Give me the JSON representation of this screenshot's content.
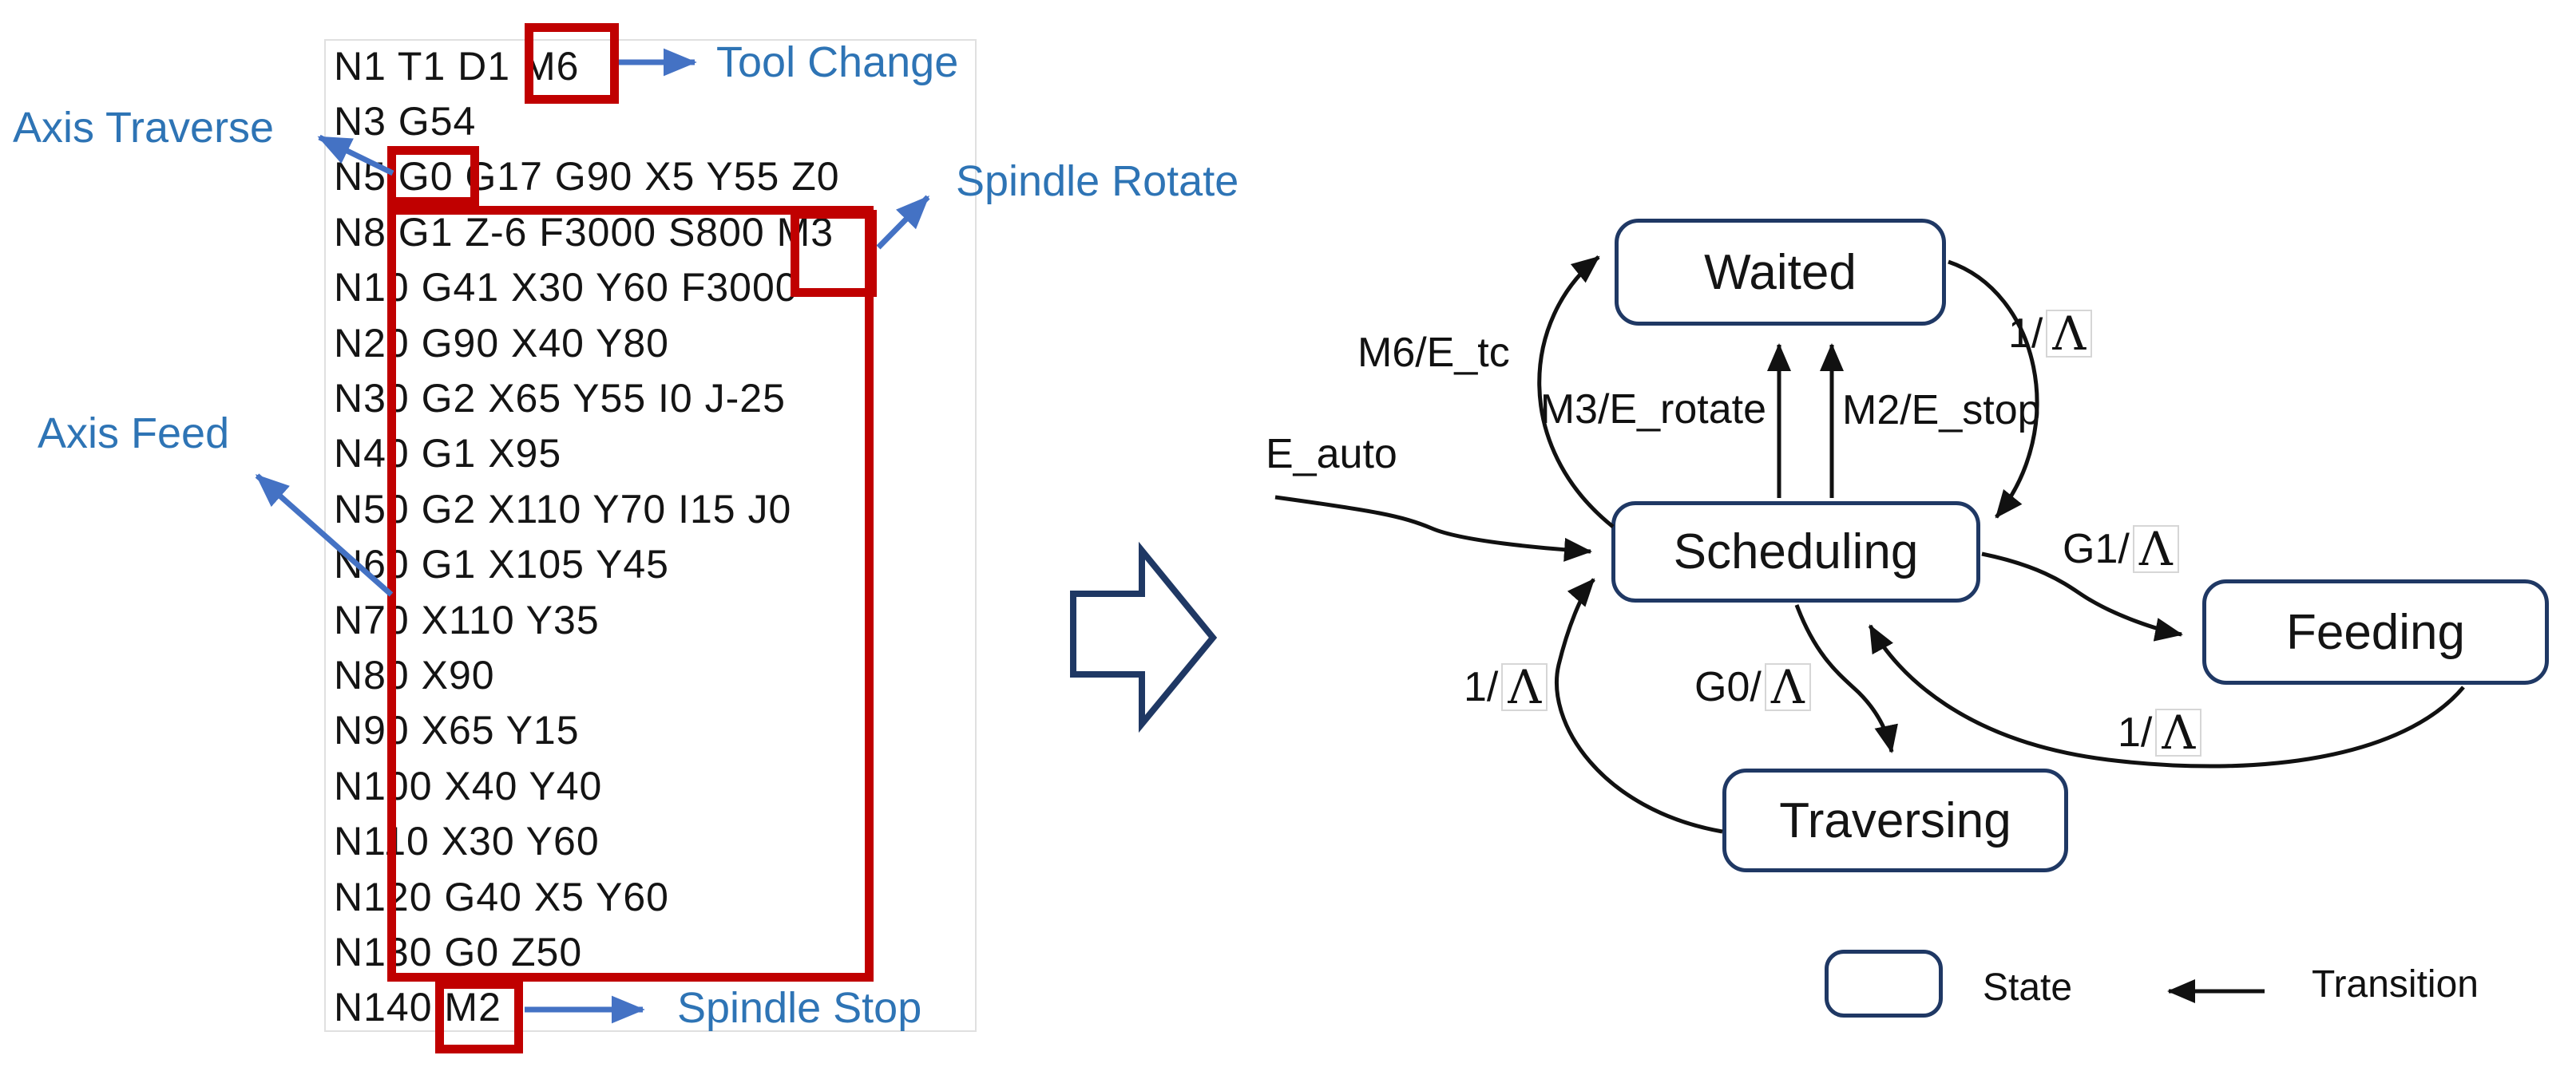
{
  "gcode": {
    "lines": [
      "N1 T1 D1 M6",
      "N3 G54",
      "N5 G0 G17 G90 X5 Y55 Z0",
      "N8 G1 Z-6 F3000 S800 M3",
      "N10 G41 X30 Y60 F3000",
      "N20 G90 X40 Y80",
      "N30 G2 X65 Y55 I0 J-25",
      "N40 G1 X95",
      "N50 G2 X110 Y70 I15 J0",
      "N60 G1 X105 Y45",
      "N70 X110 Y35",
      "N80 X90",
      "N90 X65 Y15",
      "N100 X40 Y40",
      "N110 X30 Y60",
      "N120 G40 X5 Y60",
      "N130 G0 Z50",
      "N140 M2"
    ]
  },
  "annotations": {
    "tool_change": "Tool Change",
    "axis_traverse": "Axis Traverse",
    "spindle_rotate": "Spindle Rotate",
    "axis_feed": "Axis Feed",
    "spindle_stop": "Spindle Stop"
  },
  "diagram": {
    "states": {
      "waited": "Waited",
      "scheduling": "Scheduling",
      "feeding": "Feeding",
      "traversing": "Traversing"
    },
    "transitions": {
      "m6_tc": "M6/E_tc",
      "m3_rotate": "M3/E_rotate",
      "m2_stop": "M2/E_stop",
      "e_auto": "E_auto",
      "waited_to_scheduling": {
        "pre": "1/",
        "lambda": "Λ"
      },
      "g1_feed": {
        "pre": "G1/",
        "lambda": "Λ"
      },
      "feeding_to_scheduling": {
        "pre": "1/",
        "lambda": "Λ"
      },
      "g0_traverse": {
        "pre": "G0/",
        "lambda": "Λ"
      },
      "traversing_to_scheduling": {
        "pre": "1/",
        "lambda": "Λ"
      }
    }
  },
  "legend": {
    "state": "State",
    "transition": "Transition"
  },
  "colors": {
    "highlight_red": "#C00000",
    "arrow_blue": "#4472C4",
    "label_blue": "#2E74B5",
    "state_navy": "#1F3864",
    "transition_black": "#111111"
  }
}
